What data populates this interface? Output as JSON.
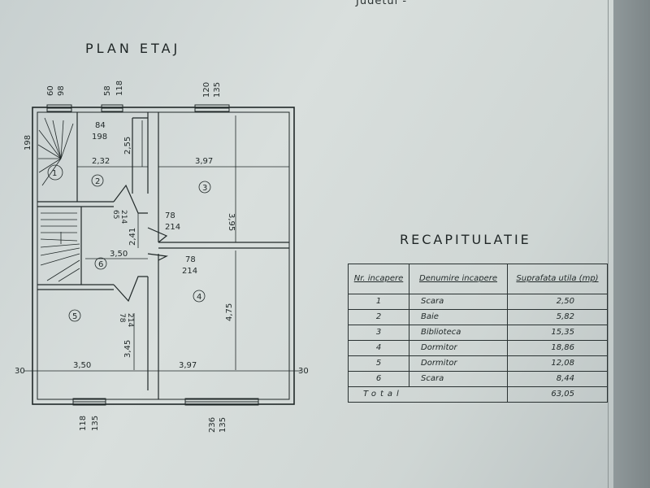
{
  "header_text": "Judetul -",
  "plan_title": "PLAN ETAJ",
  "recap_title": "RECAPITULATIE",
  "table": {
    "headers": [
      "Nr. incapere",
      "Denumire incapere",
      "Suprafata utila (mp)"
    ],
    "rows": [
      {
        "nr": "1",
        "name": "Scara",
        "area": "2,50"
      },
      {
        "nr": "2",
        "name": "Baie",
        "area": "5,82"
      },
      {
        "nr": "3",
        "name": "Biblioteca",
        "area": "15,35"
      },
      {
        "nr": "4",
        "name": "Dormitor",
        "area": "18,86"
      },
      {
        "nr": "5",
        "name": "Dormitor",
        "area": "12,08"
      },
      {
        "nr": "6",
        "name": "Scara",
        "area": "8,44"
      }
    ],
    "total_label": "Total",
    "total_value": "63,05"
  },
  "dims": {
    "win1": "60 / 98",
    "win1_a": "60",
    "win1_b": "98",
    "win2_a": "58",
    "win2_b": "118",
    "win3_a": "120",
    "win3_b": "135",
    "left_198": "198",
    "d_84": "84",
    "d_198": "198",
    "d_232": "2,32",
    "d_255": "2,55",
    "d_397_top": "3,97",
    "d_395": "3,95",
    "d_65": "65",
    "d_214a": "214",
    "d_78a": "78",
    "d_214b": "214",
    "d_241": "2,41",
    "d_350_mid": "3,50",
    "d_78b": "78",
    "d_214c": "214",
    "d_475": "4,75",
    "d_78c": "78",
    "d_214d": "214",
    "d_345": "3,45",
    "d_350_bot": "3,50",
    "d_397_bot": "3,97",
    "d_30_left": "30",
    "d_30_right": "30",
    "bw1_a": "118",
    "bw1_b": "135",
    "bw2_a": "236",
    "bw2_b": "135"
  },
  "rooms": [
    "1",
    "2",
    "3",
    "4",
    "5",
    "6"
  ]
}
